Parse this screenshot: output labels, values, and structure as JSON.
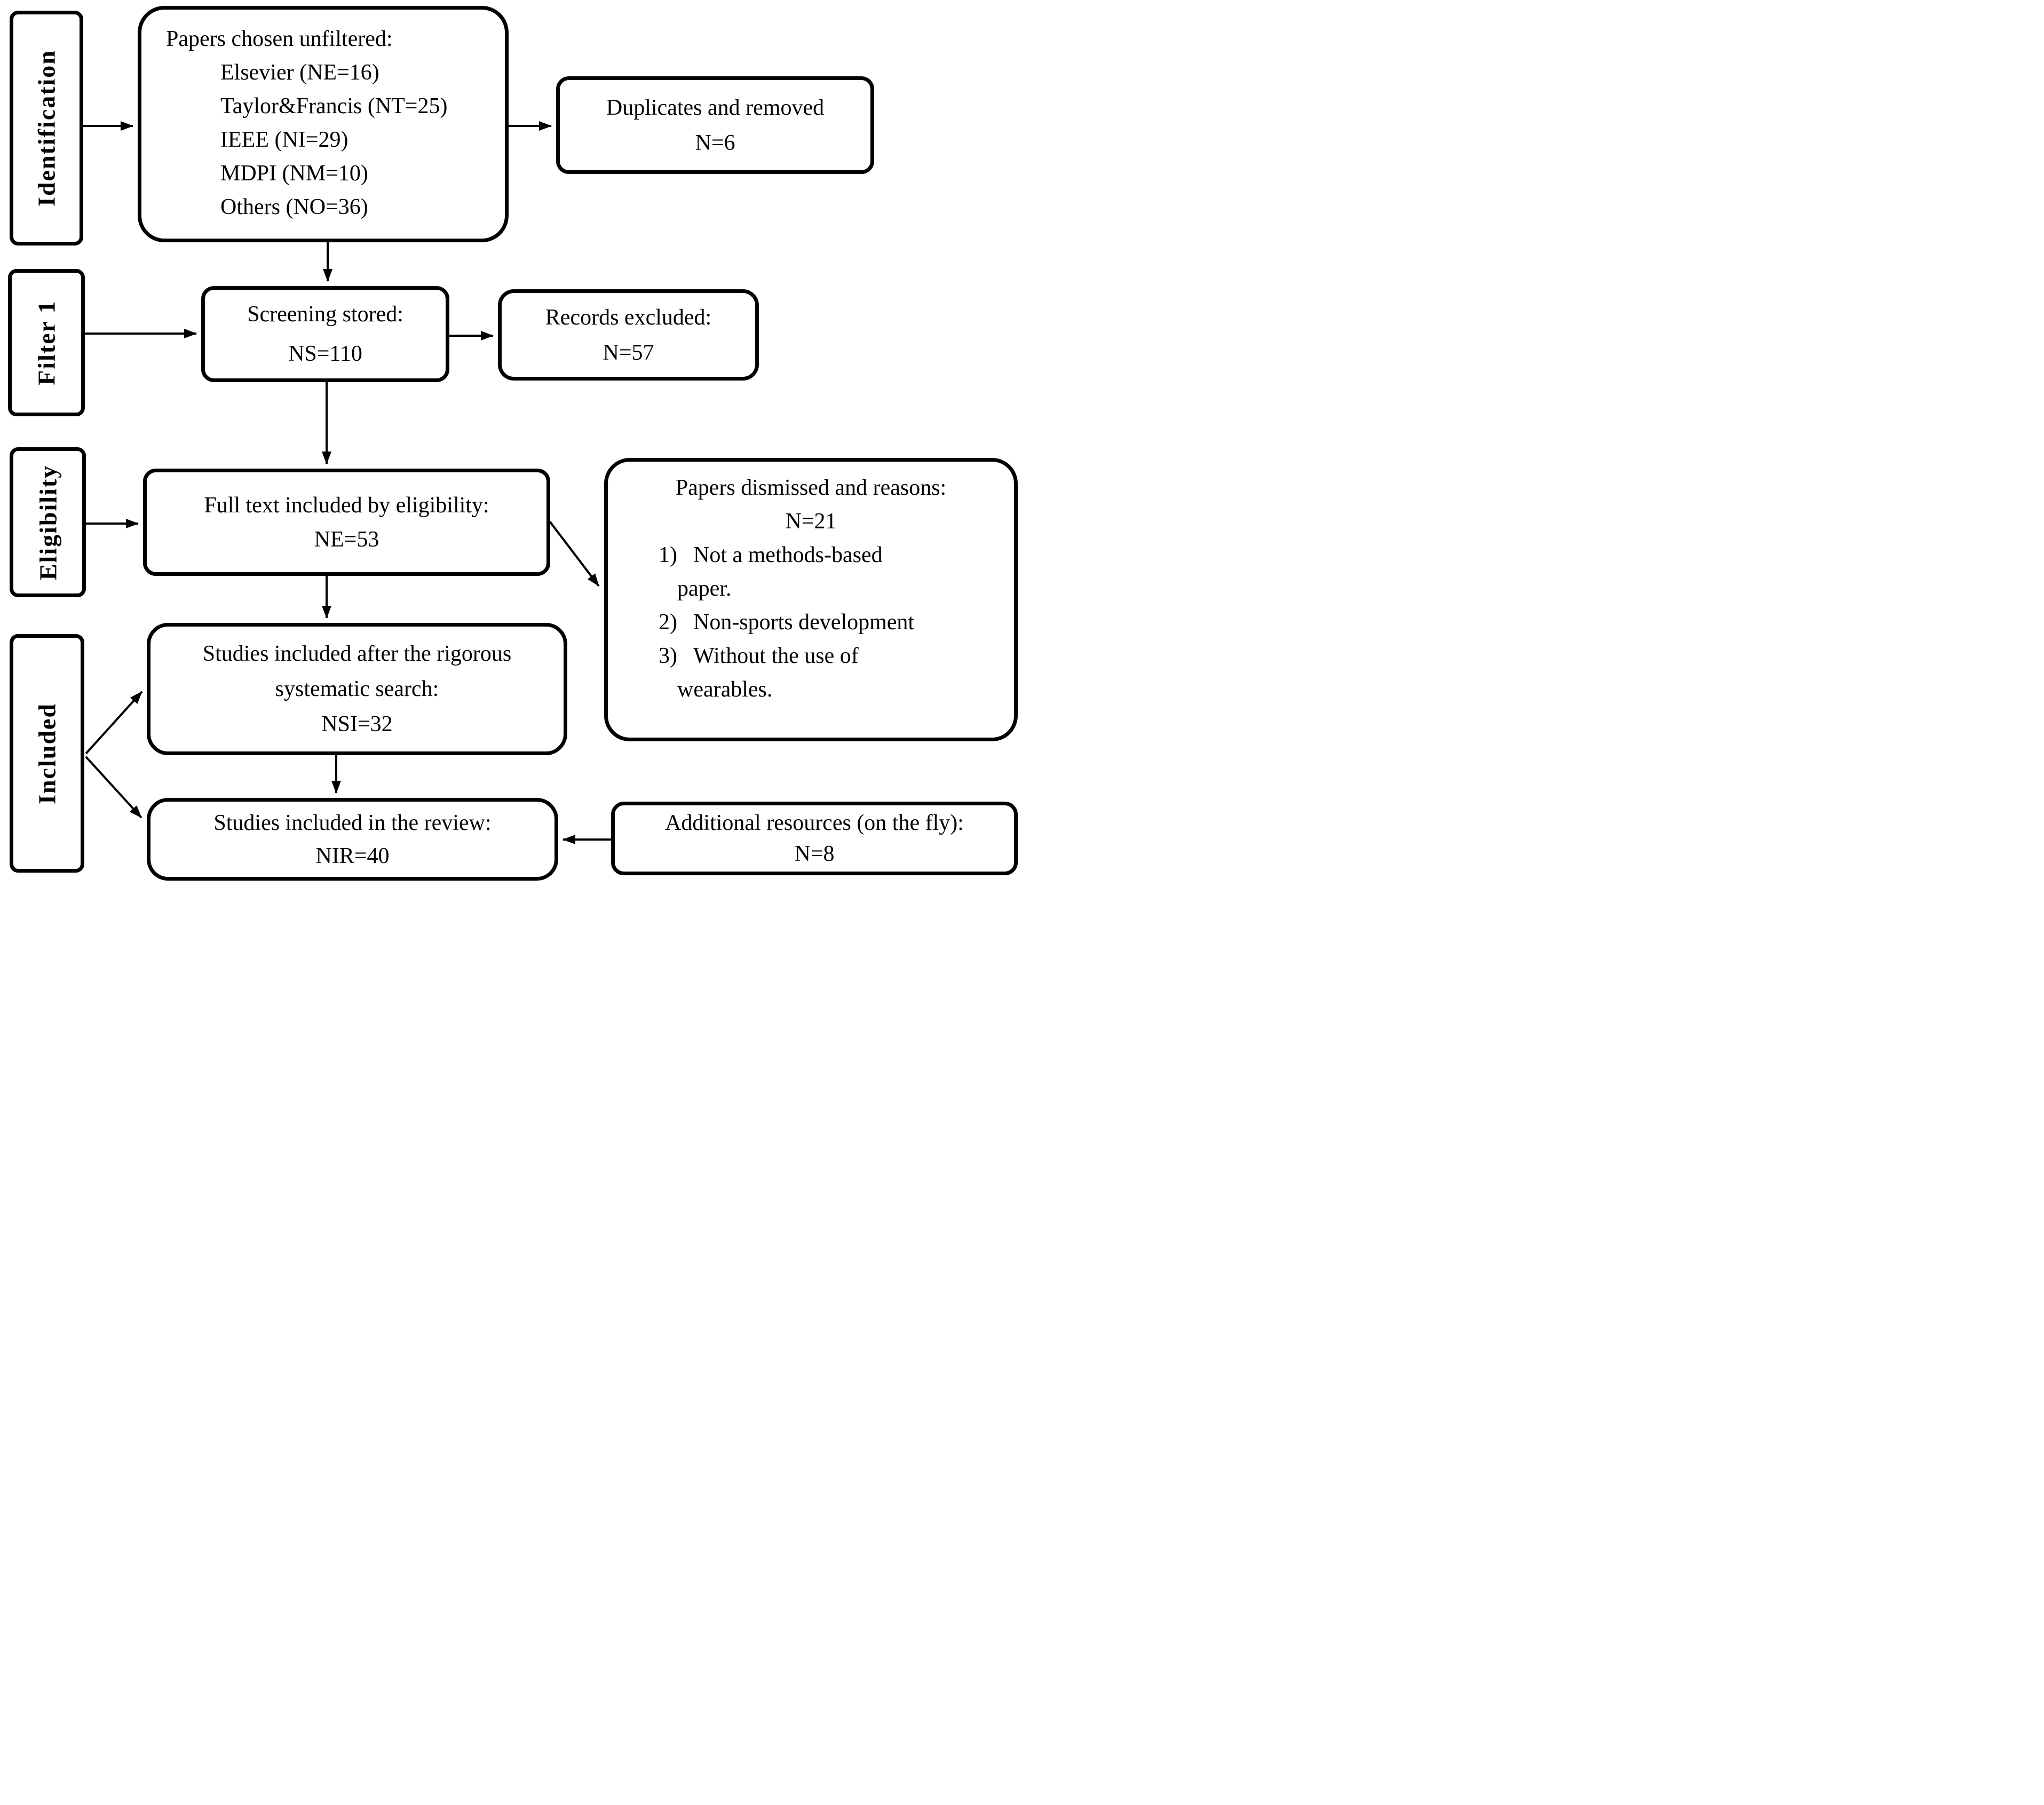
{
  "stages": {
    "identification": "Identification",
    "filter1": "Filter 1",
    "eligibility": "Eligibility",
    "included": "Included"
  },
  "boxes": {
    "papers": {
      "title": "Papers chosen unfiltered:",
      "items": [
        "Elsevier (NE=16)",
        "Taylor&Francis (NT=25)",
        "IEEE (NI=29)",
        "MDPI (NM=10)",
        "Others (NO=36)"
      ]
    },
    "duplicates": {
      "line1": "Duplicates and removed",
      "line2": "N=6"
    },
    "screening": {
      "line1": "Screening stored:",
      "line2": "NS=110"
    },
    "records": {
      "line1": "Records excluded:",
      "line2": "N=57"
    },
    "fulltext": {
      "line1": "Full text included by eligibility:",
      "line2": "NE=53"
    },
    "dismissed": {
      "title": "Papers dismissed and reasons:",
      "count": "N=21",
      "reason1_num": "1)",
      "reason1_text": "Not a methods-based",
      "reason1_cont": "paper.",
      "reason2_num": "2)",
      "reason2_text": "Non-sports development",
      "reason3_num": "3)",
      "reason3_text": "Without the use of",
      "reason3_cont": "wearables."
    },
    "nsi": {
      "line1": "Studies included after the rigorous",
      "line2": "systematic search:",
      "line3": "NSI=32"
    },
    "nir": {
      "line1": "Studies included in the review:",
      "line2": "NIR=40"
    },
    "additional": {
      "line1": "Additional resources (on the fly):",
      "line2": "N=8"
    }
  },
  "colors": {
    "ink": "#000000",
    "background": "#ffffff"
  }
}
